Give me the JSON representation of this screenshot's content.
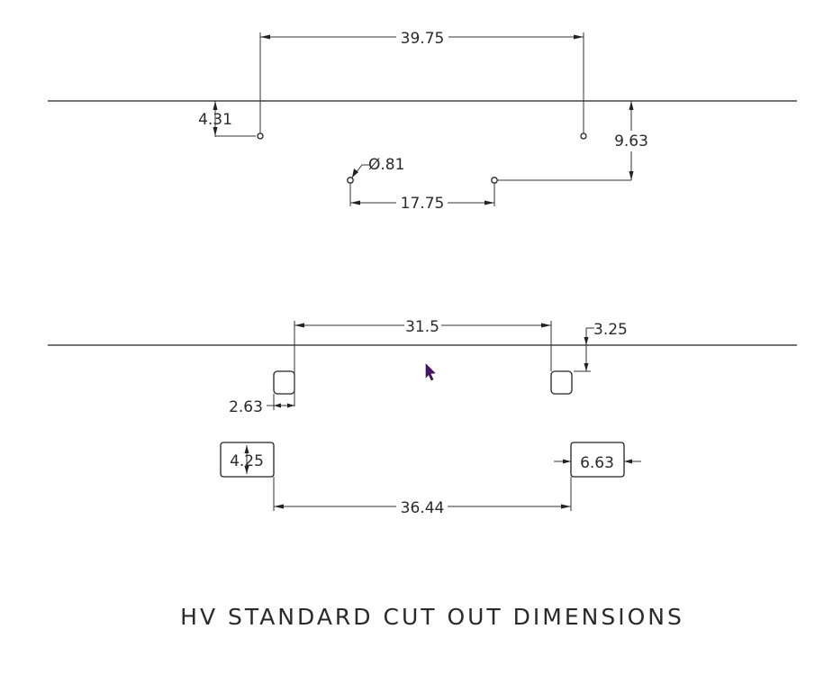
{
  "title": "HV STANDARD CUT OUT DIMENSIONS",
  "top_view": {
    "dim_hole_spacing": "39.75",
    "dim_hole_depth": "4.31",
    "dim_edge_offset": "9.63",
    "dim_hole_diameter": "Ø.81",
    "dim_small_spacing": "17.75"
  },
  "bottom_view": {
    "dim_slot_spacing": "31.5",
    "dim_slot_depth": "3.25",
    "dim_slot_width": "2.63",
    "dim_box_height": "4.25",
    "dim_box_width": "6.63",
    "dim_box_spacing": "36.44"
  },
  "colors": {
    "line": "#222222",
    "text": "#2a2a2a",
    "cursor": "#4b1464"
  },
  "icons": {
    "pointer": "mouse-pointer-icon"
  }
}
